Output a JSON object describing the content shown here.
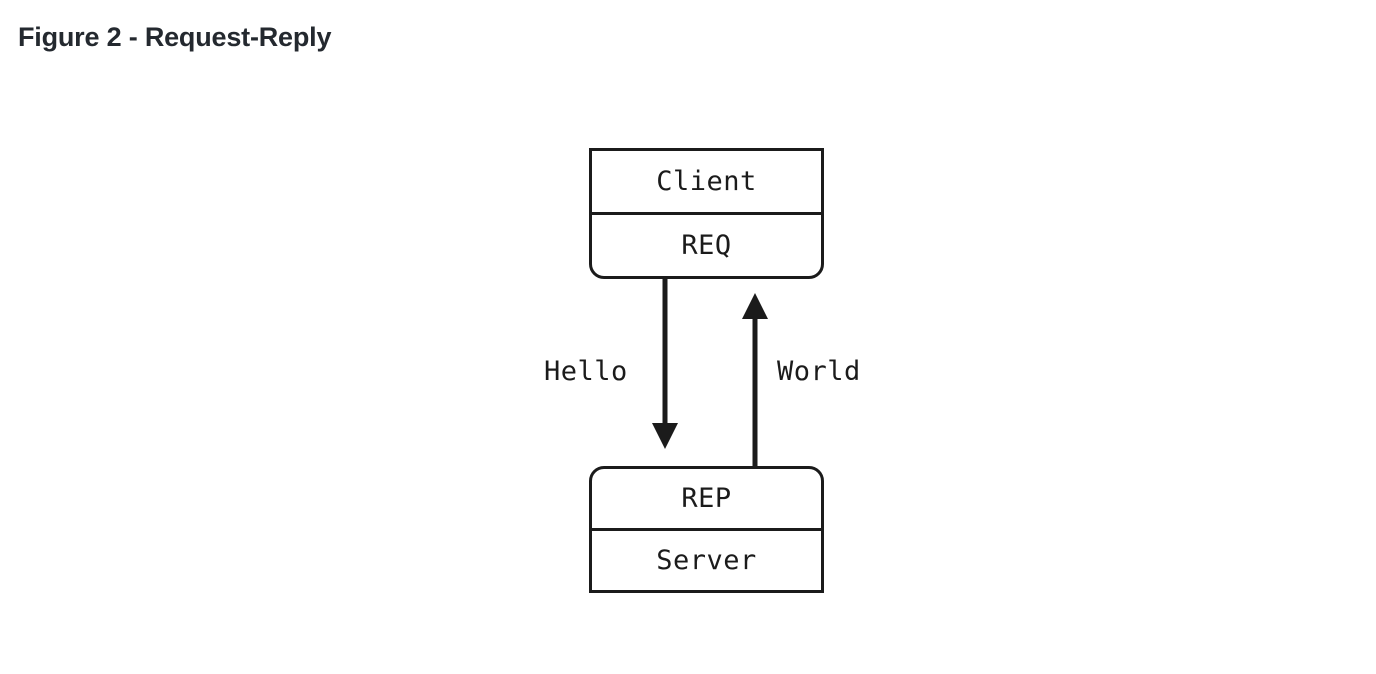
{
  "figure": {
    "title": "Figure 2 - Request-Reply",
    "title_color": "#24292f",
    "background_color": "#ffffff",
    "stroke_color": "#1b1b1b"
  },
  "diagram": {
    "type": "request-reply-flow",
    "nodes": [
      {
        "id": "client",
        "top_label": "Client",
        "bottom_label": "REQ",
        "role": "requester",
        "shape": "rounded-bottom-box"
      },
      {
        "id": "server",
        "top_label": "REP",
        "bottom_label": "Server",
        "role": "replier",
        "shape": "rounded-top-box"
      }
    ],
    "arrows": [
      {
        "id": "request",
        "label": "Hello",
        "from": "client",
        "to": "server",
        "direction": "down"
      },
      {
        "id": "reply",
        "label": "World",
        "from": "server",
        "to": "client",
        "direction": "up"
      }
    ]
  }
}
